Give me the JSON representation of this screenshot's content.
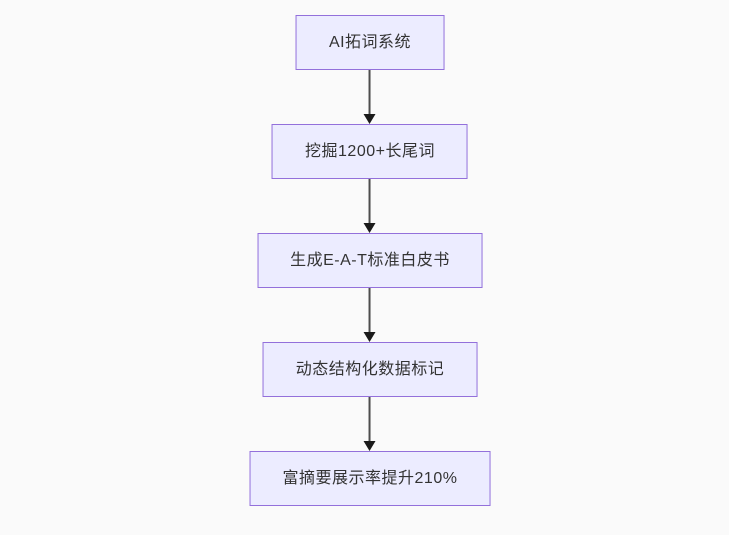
{
  "diagram": {
    "type": "flowchart-top-down",
    "background_color": "#fafafa",
    "node_fill_color": "#ECECFF",
    "node_border_color": "#9370DB",
    "text_color": "#333333",
    "arrow_color": "#4d4d4d",
    "arrowhead_color": "#1a1a1a"
  },
  "flowchart": {
    "nodes": [
      {
        "id": "n1",
        "label": "AI拓词系统"
      },
      {
        "id": "n2",
        "label": "挖掘1200+长尾词"
      },
      {
        "id": "n3",
        "label": "生成E-A-T标准白皮书"
      },
      {
        "id": "n4",
        "label": "动态结构化数据标记"
      },
      {
        "id": "n5",
        "label": "富摘要展示率提升210%"
      }
    ],
    "edges": [
      {
        "from": "n1",
        "to": "n2"
      },
      {
        "from": "n2",
        "to": "n3"
      },
      {
        "from": "n3",
        "to": "n4"
      },
      {
        "from": "n4",
        "to": "n5"
      }
    ]
  }
}
